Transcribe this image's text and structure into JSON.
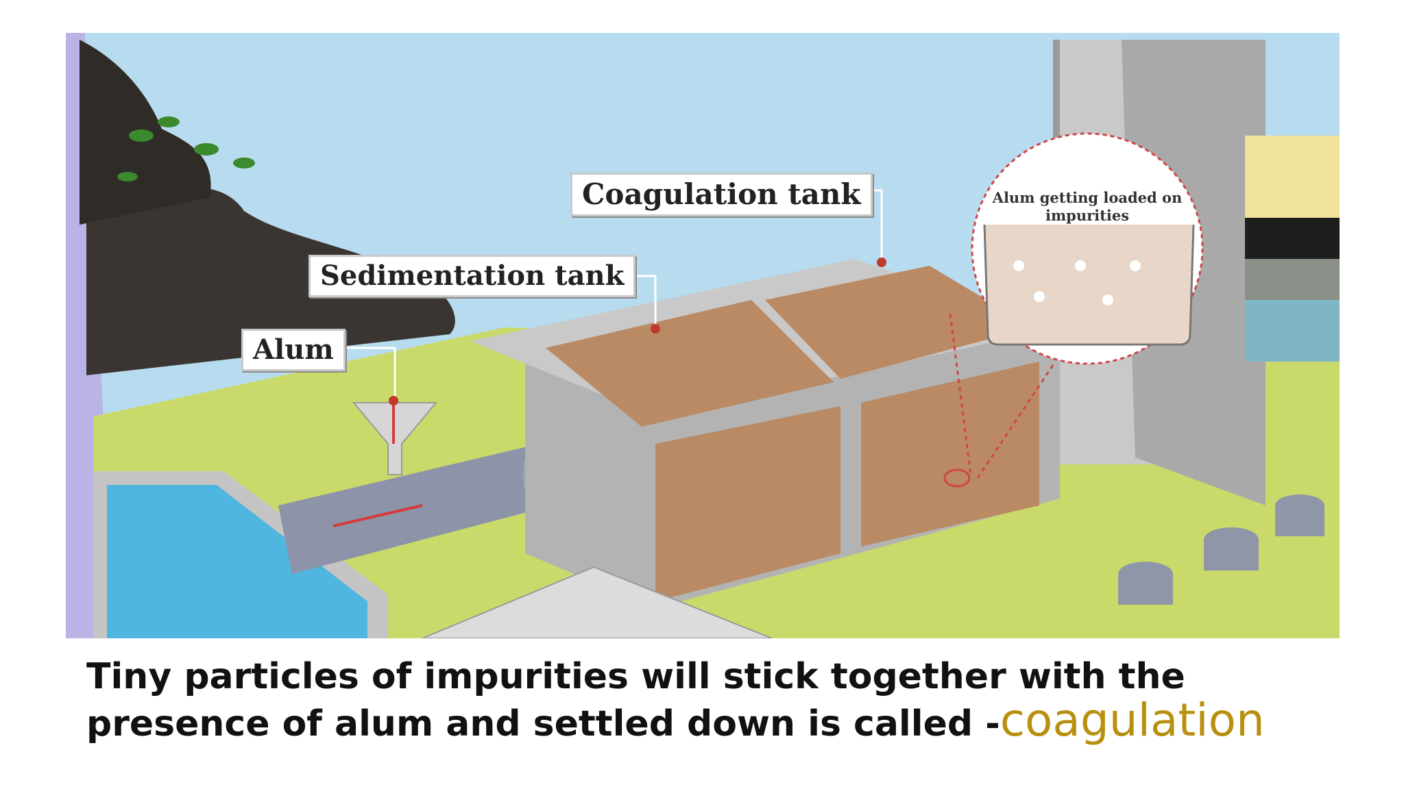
{
  "diagram": {
    "labels": {
      "coagulation_tank": "Coagulation tank",
      "sedimentation_tank": "Sedimentation tank",
      "alum": "Alum"
    },
    "zoom_inset": {
      "text": "Alum getting loaded on impurities"
    }
  },
  "caption": {
    "line1": "Tiny particles of impurities will stick together with the",
    "line2": "presence of alum and settled down is  called -",
    "keyword": "coagulation"
  },
  "colors": {
    "sky": "#b8dcef",
    "grass": "#c9da6a",
    "tank_concrete": "#bcbcbc",
    "tank_water": "#b98a63",
    "reservoir_water": "#4fb6df",
    "keyword": "#b8900f"
  }
}
